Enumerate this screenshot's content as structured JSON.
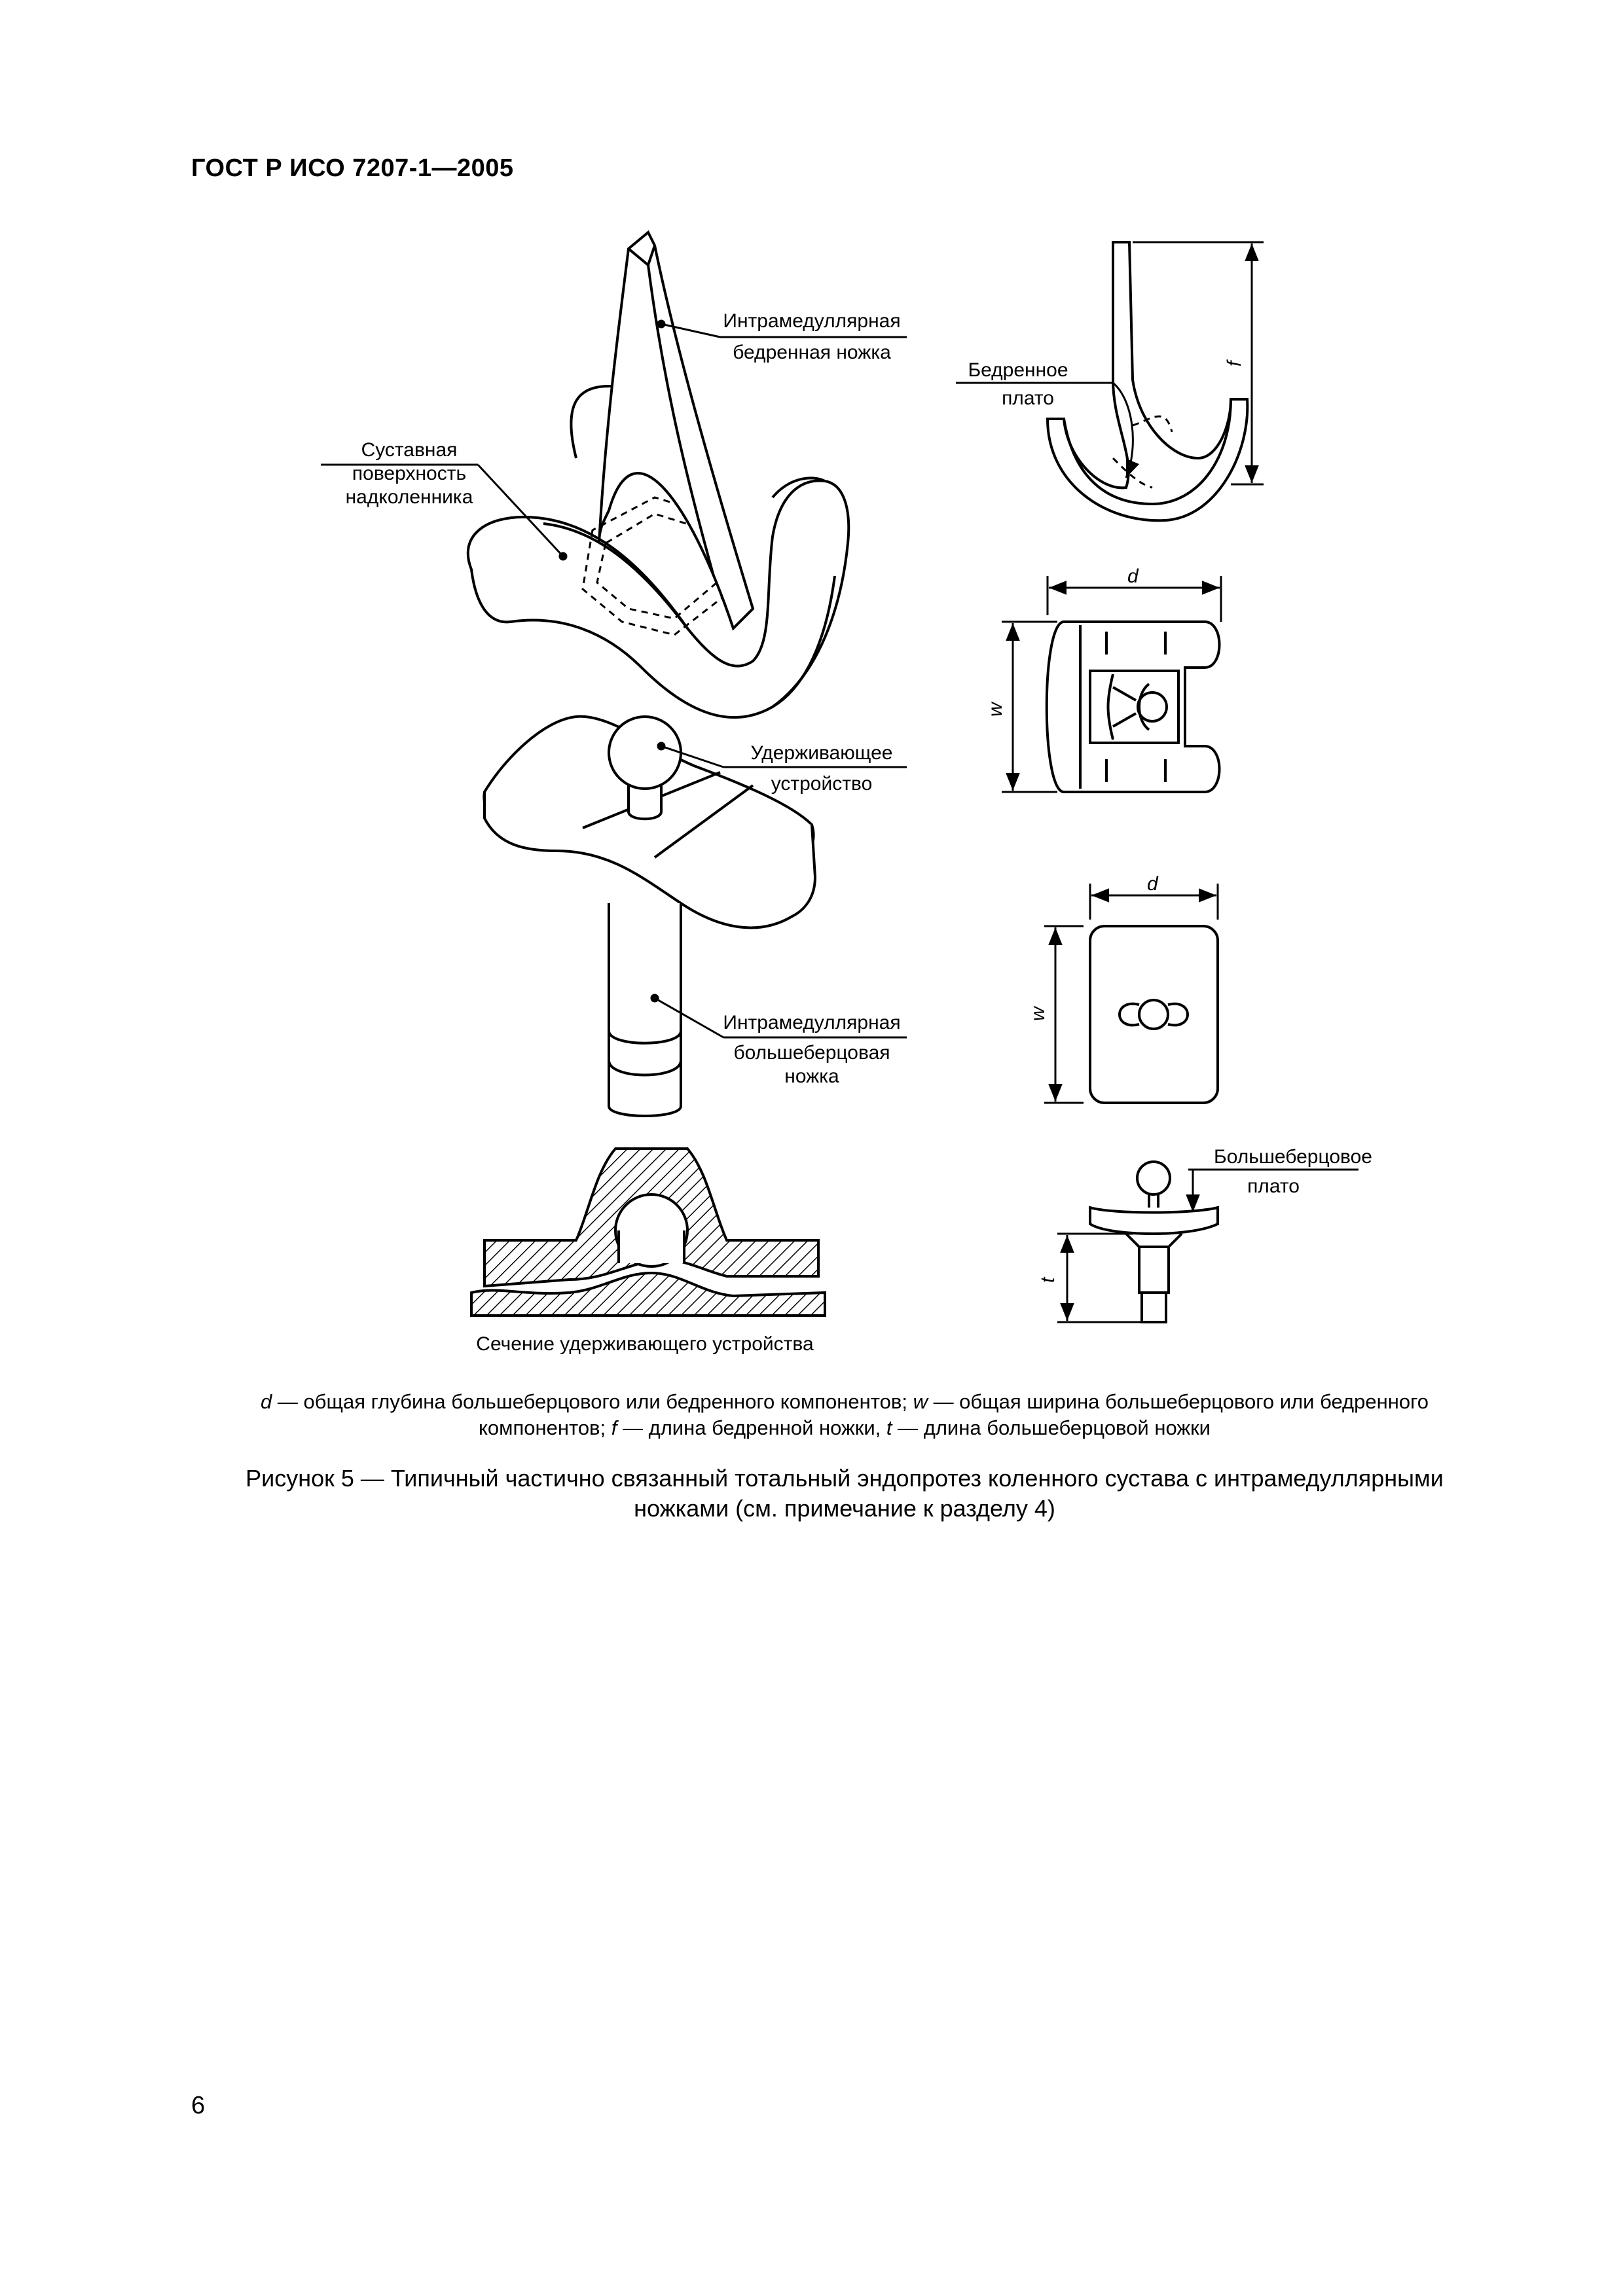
{
  "header": {
    "standard": "ГОСТ Р ИСО 7207-1—2005"
  },
  "labels": {
    "femoral_stem_1": "Интрамедуллярная",
    "femoral_stem_2": "бедренная ножка",
    "patellar_1": "Суставная",
    "patellar_2": "поверхность",
    "patellar_3": "надколенника",
    "retaining_1": "Удерживающее",
    "retaining_2": "устройство",
    "tibial_stem_1": "Интрамедуллярная",
    "tibial_stem_2": "большеберцовая",
    "tibial_stem_3": "ножка",
    "femoral_plateau_1": "Бедренное",
    "femoral_plateau_2": "плато",
    "tibial_plateau_1": "Большеберцовое",
    "tibial_plateau_2": "плато",
    "section_caption": "Сечение удерживающего устройства"
  },
  "dims": {
    "d": "d",
    "w": "w",
    "f": "f",
    "t": "t"
  },
  "legend": {
    "d_sym": "d",
    "d_text": " — общая глубина большеберцового или бедренного компонентов; ",
    "w_sym": "w",
    "w_text": " — общая ширина большеберцового или бедренного компонентов; ",
    "f_sym": "f",
    "f_text": " — длина бедренной ножки, ",
    "t_sym": "t",
    "t_text": " — длина большеберцовой ножки"
  },
  "caption": {
    "line1": "Рисунок 5 — Типичный частично связанный тотальный эндопротез коленного сустава с интрамедуллярными",
    "line2": "ножками (см. примечание к разделу 4)"
  },
  "page_number": "6"
}
